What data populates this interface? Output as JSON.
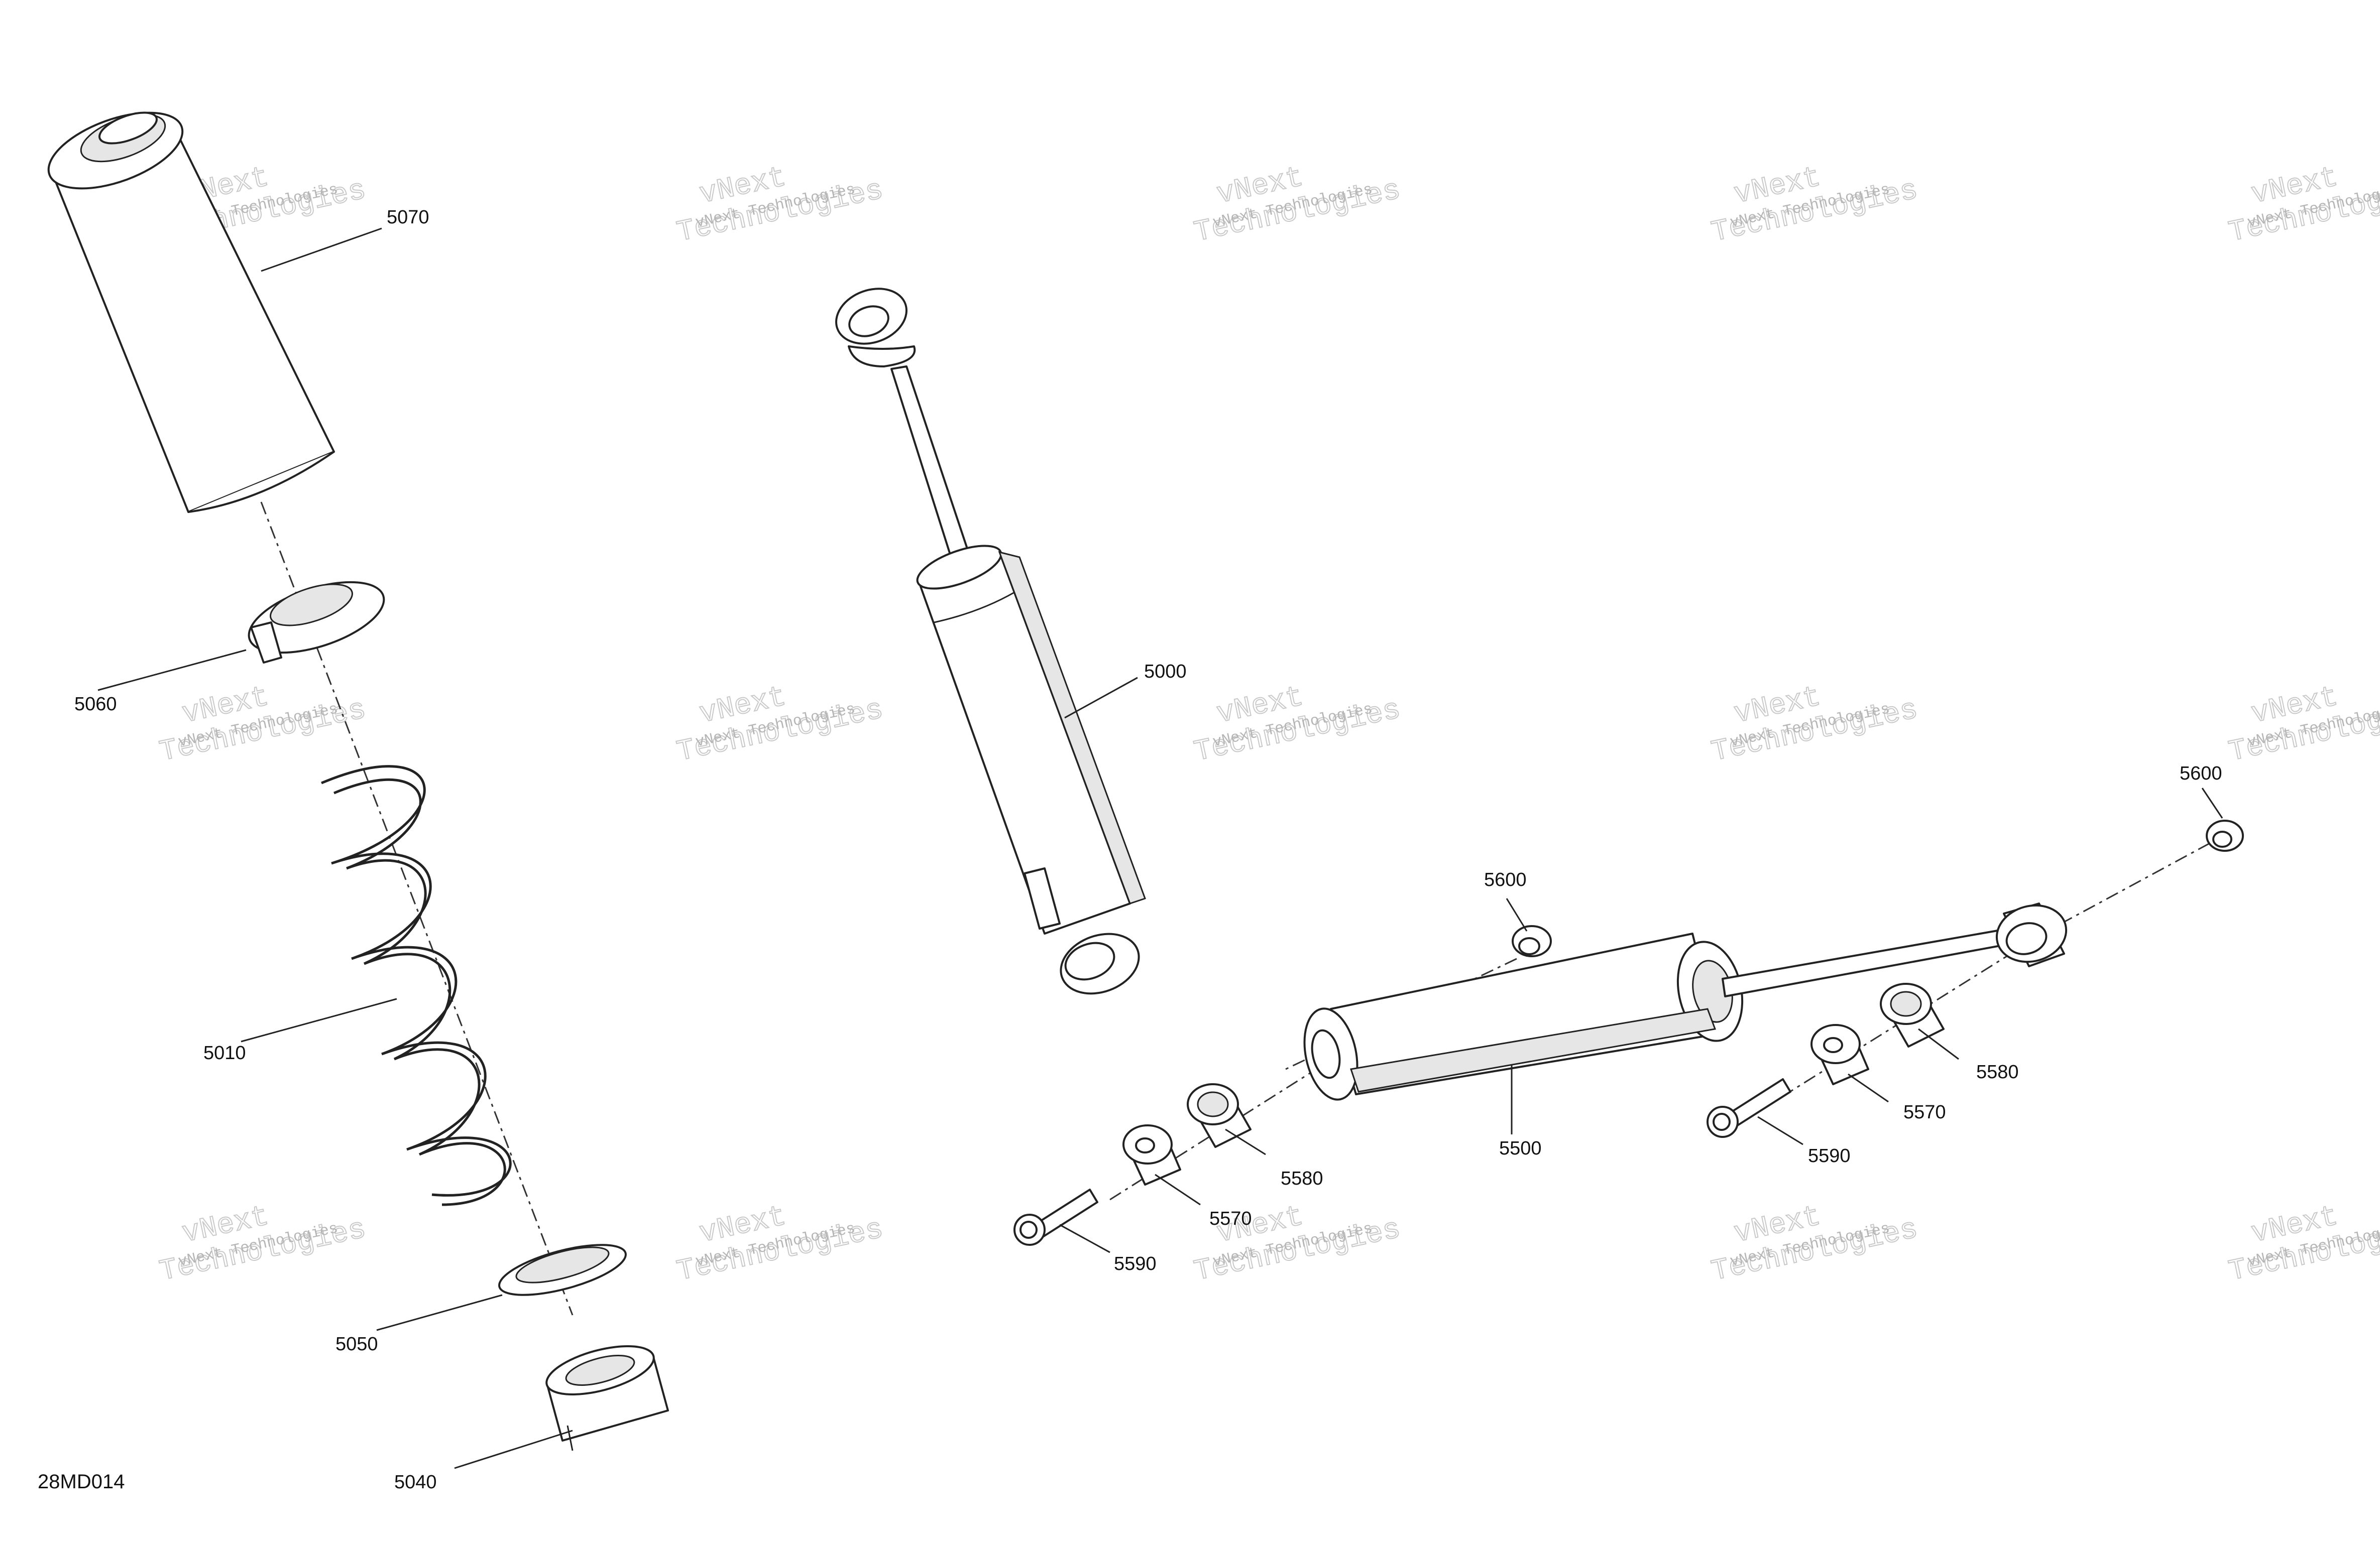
{
  "drawing_id": "28MD014",
  "watermark": {
    "line1": "vNext Technologies",
    "line2": "vNext",
    "line3": "Technologies"
  },
  "callouts": {
    "c5070": "5070",
    "c5060": "5060",
    "c5010": "5010",
    "c5050": "5050",
    "c5040": "5040",
    "c5000": "5000",
    "c5600a": "5600",
    "c5600b": "5600",
    "c5500": "5500",
    "c5580a": "5580",
    "c5570a": "5570",
    "c5590a": "5590",
    "c5580b": "5580",
    "c5570b": "5570",
    "c5590b": "5590"
  }
}
